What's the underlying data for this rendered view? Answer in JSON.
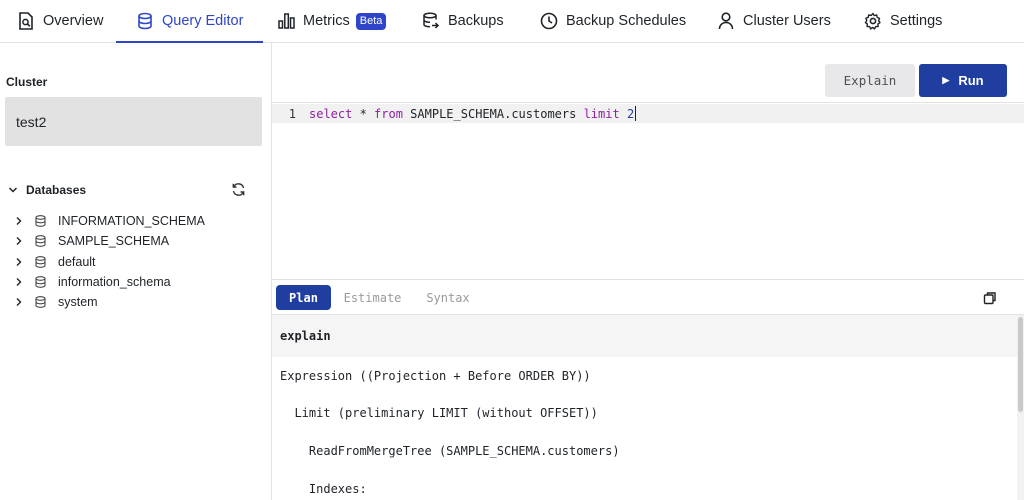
{
  "nav": {
    "tabs": [
      {
        "label": "Overview",
        "icon": "document-search-icon"
      },
      {
        "label": "Query Editor",
        "icon": "database-icon",
        "active": true
      },
      {
        "label": "Metrics",
        "icon": "bar-chart-icon",
        "badge": "Beta"
      },
      {
        "label": "Backups",
        "icon": "backup-icon"
      },
      {
        "label": "Backup Schedules",
        "icon": "clock-icon"
      },
      {
        "label": "Cluster Users",
        "icon": "user-icon"
      },
      {
        "label": "Settings",
        "icon": "gear-icon"
      }
    ]
  },
  "sidebar": {
    "cluster_label": "Cluster",
    "cluster_value": "test2",
    "databases_label": "Databases",
    "databases": [
      "INFORMATION_SCHEMA",
      "SAMPLE_SCHEMA",
      "default",
      "information_schema",
      "system"
    ]
  },
  "toolbar": {
    "explain_label": "Explain",
    "run_label": "Run"
  },
  "editor": {
    "line_number": "1",
    "tokens": {
      "t1": "select",
      "t2": " * ",
      "t3": "from",
      "t4": " SAMPLE_SCHEMA.customers ",
      "t5": "limit",
      "t6": " ",
      "t7": "2"
    }
  },
  "results": {
    "tabs": [
      "Plan",
      "Estimate",
      "Syntax"
    ],
    "active_tab": "Plan",
    "header": "explain",
    "lines": [
      "Expression ((Projection + Before ORDER BY))",
      "  Limit (preliminary LIMIT (without OFFSET))",
      "    ReadFromMergeTree (SAMPLE_SCHEMA.customers)",
      "    Indexes:"
    ]
  },
  "colors": {
    "accent": "#2f45c9",
    "run_button": "#1f3ea0",
    "keyword": "#8f1ea3"
  }
}
